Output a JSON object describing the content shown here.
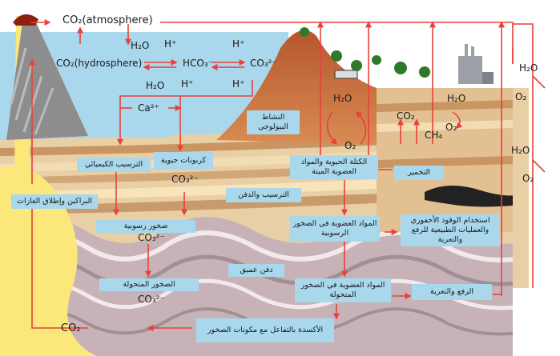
{
  "labels": {
    "co2_atmosphere": "CO₂(atmosphere)",
    "co2_hydrosphere": "CO₂(hydrosphere)",
    "h2o_a": "H₂O",
    "hplus_a": "H⁺",
    "hplus_b": "H⁺",
    "hco3": "HCO₃⁻",
    "co3_top": "CO₃²⁻",
    "h2o_b": "H₂O",
    "hplus_c": "H⁺",
    "hplus_d": "H⁺",
    "ca": "Ca²⁺",
    "h2o_bio": "H₂O",
    "o2_bio": "O₂",
    "co2_ferm": "CO₂",
    "ch4": "CH₄",
    "h2o_ferm": "H₂O",
    "o2_ferm": "O₂",
    "h2o_r1": "H₂O",
    "o2_r1": "O₂",
    "h2o_r2": "H₂O",
    "o2_r2": "O₂",
    "co3_bio": "CO₃²⁻",
    "co3_mid": "CO₃²⁻",
    "co3_low": "CO₃²⁻",
    "co2_bottom": "CO₂"
  },
  "boxes": {
    "biological_activity": "النشاط البيولوجي",
    "chemical_precipitation": "الترسيب الكيميائي",
    "biogenic_carbonates": "كربونات حيوية",
    "biomass_organic_matter": "الكتلة الحيوية والمواد العضوية الميتة",
    "fermentation": "التخمير",
    "volcanoes": "البراكين وإطلاق الغازات",
    "sedimentation_burial": "الترسيب والدفن",
    "sedimentary_rocks": "صخور رسوبية",
    "organic_in_sedimentary": "المواد العضوية في الصخور الرسوبية",
    "fossil_fuel_use": "استخدام الوقود الأحفوري والعمليات الطبيعية للرفع والتعرية",
    "deep_burial": "دفن عميق",
    "metamorphic_rocks": "الصخور المتحولة",
    "organic_in_metamorphic": "المواد العضوية في الصخور المتحولة",
    "uplift_erosion": "الرفع والتعرية",
    "oxidation": "الأكسدة بالتفاعل مع مكونات الصخور"
  },
  "colors": {
    "arrow": "#e8413a",
    "box": "#a9d7ec",
    "sea": "#a9d7ec",
    "magma": "#fbe77a"
  }
}
